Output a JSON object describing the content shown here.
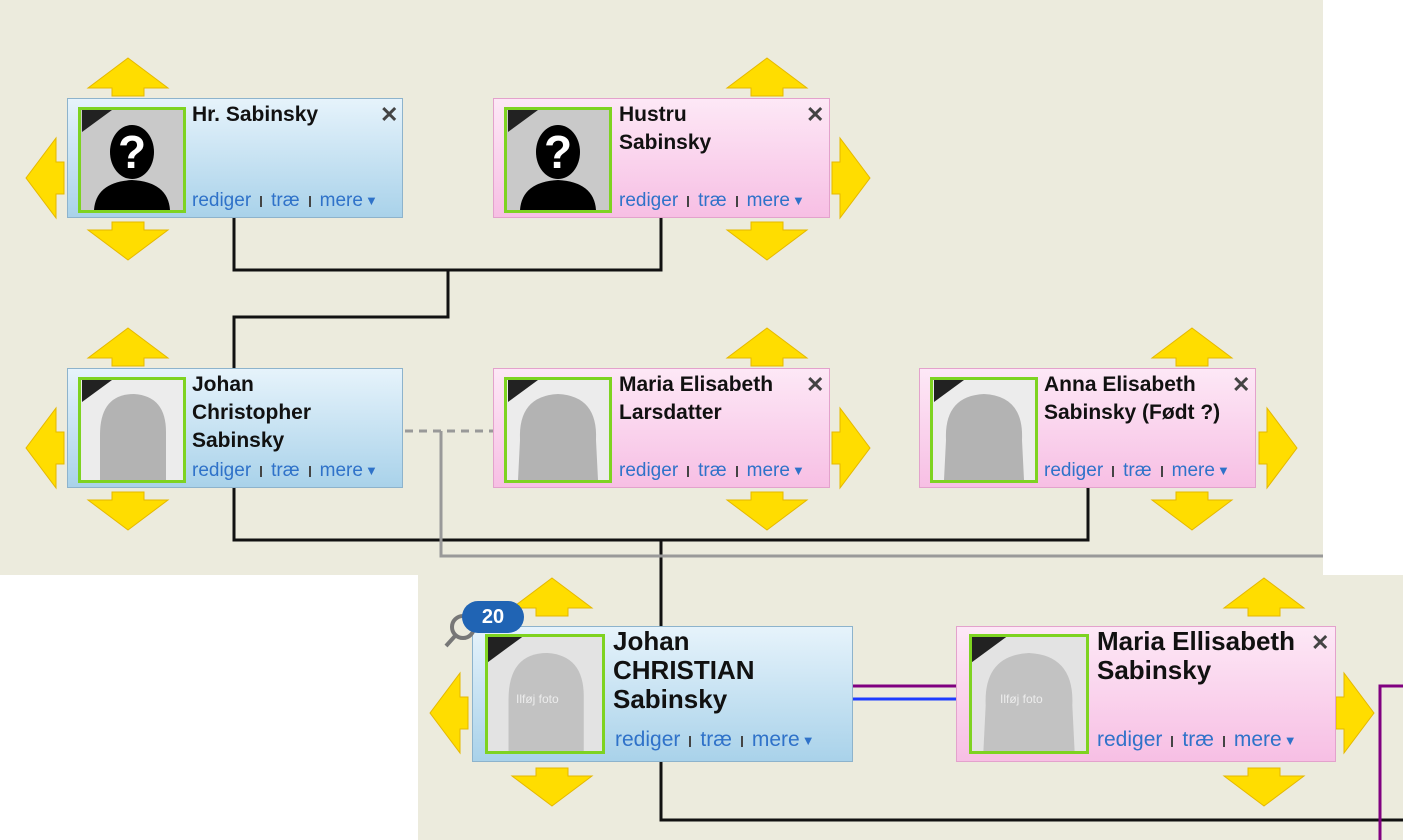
{
  "colors": {
    "canvas": "#ecebdd",
    "male_card": "#a9d2ea",
    "female_card": "#f7bfe4",
    "photo_border": "#7ed321",
    "link": "#2f72c9",
    "badge": "#2064b4",
    "arrow": "#ffdd00"
  },
  "links": {
    "edit": "rediger",
    "tree": "træ",
    "more": "mere"
  },
  "icons": {
    "close": "✕",
    "more_caret": "▼",
    "search": "magnifier-icon"
  },
  "people": [
    {
      "id": "hr-sabinsky",
      "name": "Hr. Sabinsky",
      "gender": "male",
      "photo": "unknown"
    },
    {
      "id": "hustru-sabinsky",
      "name": "Hustru Sabinsky",
      "gender": "female",
      "photo": "unknown"
    },
    {
      "id": "johan-christopher",
      "name": "Johan Christopher Sabinsky",
      "gender": "male",
      "photo": "silhouette"
    },
    {
      "id": "maria-elisabeth-larsdatter",
      "name": "Maria Elisabeth Larsdatter",
      "gender": "female",
      "photo": "silhouette"
    },
    {
      "id": "anna-elisabeth",
      "name": "Anna Elisabeth Sabinsky (Født ?)",
      "gender": "female",
      "photo": "silhouette"
    },
    {
      "id": "johan-christian",
      "name": "Johan CHRISTIAN Sabinsky",
      "gender": "male",
      "photo": "silhouette",
      "badge": "20"
    },
    {
      "id": "maria-ellisabeth",
      "name": "Maria Ellisabeth Sabinsky",
      "gender": "female",
      "photo": "silhouette"
    }
  ],
  "photo_placeholder_text": "Ilføj foto"
}
